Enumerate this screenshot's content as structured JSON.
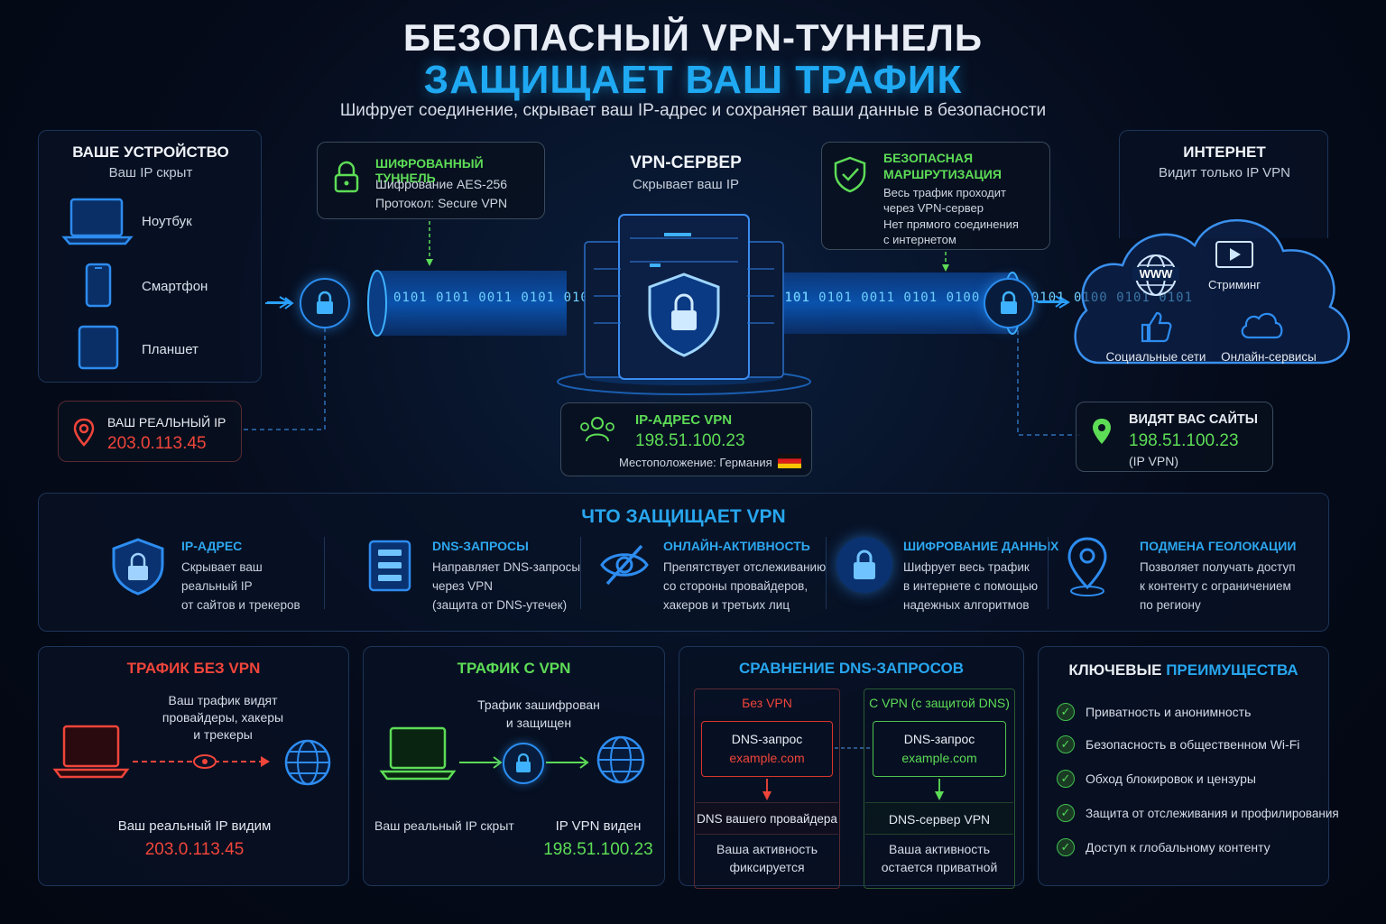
{
  "header": {
    "title_line1": "БЕЗОПАСНЫЙ VPN-ТУННЕЛЬ",
    "title_line2": "ЗАЩИЩАЕТ ВАШ ТРАФИК",
    "subtitle": "Шифрует соединение, скрывает ваш IP-адрес и сохраняет ваши данные в безопасности"
  },
  "device_panel": {
    "title": "ВАШЕ УСТРОЙСТВО",
    "subtitle": "Ваш IP скрыт",
    "devices": [
      "Ноутбук",
      "Смартфон",
      "Планшет"
    ]
  },
  "real_ip": {
    "label": "ВАШ РЕАЛЬНЫЙ IP",
    "value": "203.0.113.45"
  },
  "tunnel_callout": {
    "title": "ШИФРОВАННЫЙ ТУННЕЛЬ",
    "line1": "Шифрование AES-256",
    "line2": "Протокол: Secure VPN"
  },
  "tunnel_bits": "0101 0101 0011 0101 0100 0011 0101 0100 0101 0101",
  "vpn_server": {
    "title": "VPN-СЕРВЕР",
    "subtitle": "Скрывает ваш IP"
  },
  "routing_callout": {
    "title_line1": "БЕЗОПАСНАЯ",
    "title_line2": "МАРШРУТИЗАЦИЯ",
    "line1": "Весь трафик проходит",
    "line2": "через VPN-сервер",
    "line3": "Нет прямого соединения",
    "line4": "с интернетом"
  },
  "internet_panel": {
    "title": "ИНТЕРНЕТ",
    "subtitle": "Видит только IP VPN",
    "www": "WWW",
    "services": [
      "Стриминг",
      "Социальные сети",
      "Онлайн-сервисы"
    ]
  },
  "vpn_ip": {
    "label": "IP-АДРЕС VPN",
    "value": "198.51.100.23",
    "location": "Местоположение: Германия"
  },
  "sites_see": {
    "label": "ВИДЯТ ВАС САЙТЫ",
    "value": "198.51.100.23",
    "note": "(IP VPN)"
  },
  "protect_section": {
    "title": "ЧТО ЗАЩИЩАЕТ VPN",
    "items": [
      {
        "title": "IP-АДРЕС",
        "lines": [
          "Скрывает ваш",
          "реальный IP",
          "от сайтов и трекеров"
        ]
      },
      {
        "title": "DNS-ЗАПРОСЫ",
        "lines": [
          "Направляет DNS-запросы",
          "через VPN",
          "(защита от DNS-утечек)"
        ]
      },
      {
        "title": "ОНЛАЙН-АКТИВНОСТЬ",
        "lines": [
          "Препятствует отслеживанию",
          "со стороны провайдеров,",
          "хакеров и третьих лиц"
        ]
      },
      {
        "title": "ШИФРОВАНИЕ ДАННЫХ",
        "lines": [
          "Шифрует весь трафик",
          "в интернете с помощью",
          "надежных алгоритмов"
        ]
      },
      {
        "title": "ПОДМЕНА ГЕОЛОКАЦИИ",
        "lines": [
          "Позволяет получать доступ",
          "к контенту с ограничением",
          "по региону"
        ]
      }
    ]
  },
  "no_vpn": {
    "title": "ТРАФИК БЕЗ VPN",
    "line1": "Ваш трафик видят",
    "line2": "провайдеры, хакеры",
    "line3": "и трекеры",
    "ip_label": "Ваш реальный IP видим",
    "ip_value": "203.0.113.45"
  },
  "with_vpn": {
    "title": "ТРАФИК С VPN",
    "line1": "Трафик зашифрован",
    "line2": "и защищен",
    "left_label": "Ваш реальный IP скрыт",
    "right_label": "IP VPN виден",
    "ip_value": "198.51.100.23"
  },
  "dns_compare": {
    "title": "СРАВНЕНИЕ DNS-ЗАПРОСОВ",
    "left": {
      "header": "Без VPN",
      "query": "DNS-запрос",
      "domain": "example.com",
      "server": "DNS вашего провайдера",
      "note1": "Ваша активность",
      "note2": "фиксируется"
    },
    "right": {
      "header": "С VPN (с защитой DNS)",
      "query": "DNS-запрос",
      "domain": "example.com",
      "server": "DNS-сервер VPN",
      "note1": "Ваша активность",
      "note2": "остается приватной"
    }
  },
  "advantages": {
    "title_part1": "КЛЮЧЕВЫЕ ",
    "title_part2": "ПРЕИМУЩЕСТВА",
    "items": [
      "Приватность и анонимность",
      "Безопасность в общественном Wi-Fi",
      "Обход блокировок и цензуры",
      "Защита от отслеживания и профилирования",
      "Доступ к глобальному контенту"
    ]
  },
  "colors": {
    "accent": "#1fa9f2",
    "green": "#5ddc56",
    "red": "#f0453a",
    "panel_border": "#1d3558"
  }
}
